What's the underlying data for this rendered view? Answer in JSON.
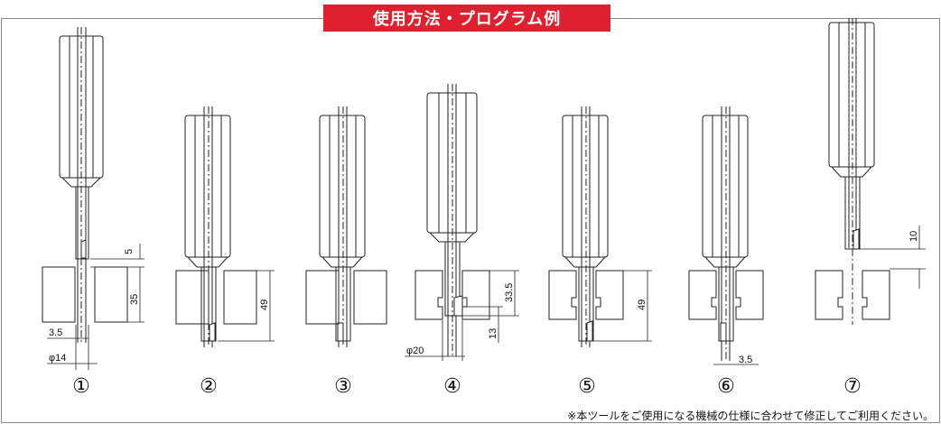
{
  "header": {
    "title": "使用方法・プログラム例"
  },
  "steps": [
    "①",
    "②",
    "③",
    "④",
    "⑤",
    "⑥",
    "⑦"
  ],
  "dimensions": {
    "d1_gap": "5",
    "d1_die": "35",
    "d1_tip": "3.5",
    "d1_dia": "φ14",
    "d2_depth": "49",
    "d4_depth": "33.5",
    "d4_step": "13",
    "d4_dia": "φ20",
    "d5_depth": "49",
    "d6_tip": "3.5",
    "d7_gap": "10"
  },
  "footer": {
    "note": "※本ツールをご使用になる機械の仕様に合わせて修正してご利用ください。"
  },
  "colors": {
    "accent": "#e0202e",
    "line": "#222222"
  }
}
